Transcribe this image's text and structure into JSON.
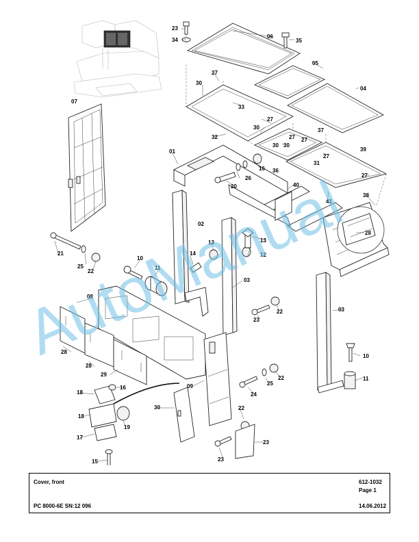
{
  "watermark": "AutoManual",
  "callouts": [
    "01",
    "03",
    "03",
    "04",
    "05",
    "06",
    "07",
    "08",
    "09",
    "10",
    "10",
    "11",
    "11",
    "12",
    "13",
    "13",
    "14",
    "15",
    "16",
    "16",
    "17",
    "18",
    "18",
    "19",
    "20",
    "21",
    "22",
    "22",
    "22",
    "22",
    "23",
    "23",
    "23",
    "23",
    "24",
    "25",
    "25",
    "26",
    "27",
    "27",
    "27",
    "27",
    "27",
    "27",
    "28",
    "28",
    "28",
    "29",
    "30",
    "30",
    "30",
    "30",
    "30",
    "31",
    "32",
    "33",
    "34",
    "35",
    "36",
    "37",
    "38",
    "39",
    "40",
    "41",
    "02"
  ],
  "titleblock": {
    "title": "Cover, front",
    "doc_number": "612-1032",
    "page": "Page 1",
    "model": "PC 8000-6E SN:12 096",
    "date": "14.06.2012"
  }
}
